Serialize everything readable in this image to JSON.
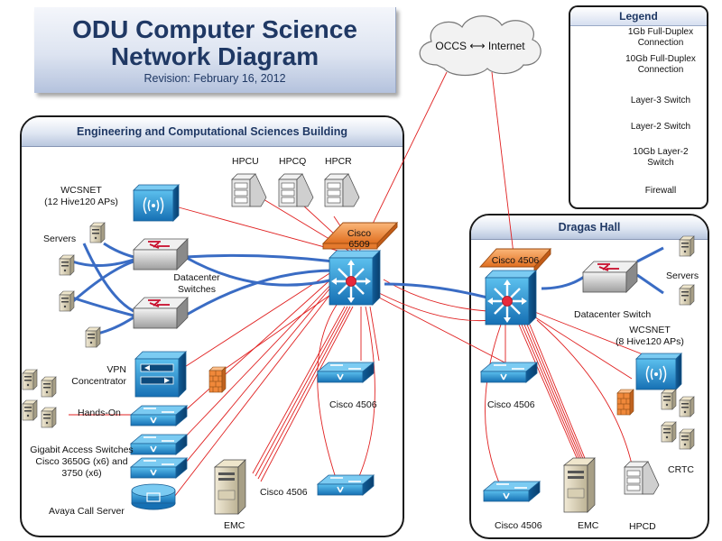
{
  "title": {
    "line1": "ODU Computer Science",
    "line2": "Network Diagram",
    "revision": "Revision: February 16, 2012"
  },
  "internet": {
    "left": "OCCS",
    "right": "Internet"
  },
  "legend": {
    "title": "Legend",
    "items": [
      {
        "label_a": "1Gb Full-Duplex",
        "label_b": "Connection",
        "icon": "thin-red-line"
      },
      {
        "label_a": "10Gb Full-Duplex",
        "label_b": "Connection",
        "icon": "thick-blue-line"
      },
      {
        "label_a": "Layer-3 Switch",
        "label_b": "",
        "icon": "layer3-switch-icon"
      },
      {
        "label_a": "Layer-2 Switch",
        "label_b": "",
        "icon": "layer2-switch-icon"
      },
      {
        "label_a": "10Gb Layer-2",
        "label_b": "Switch",
        "icon": "10gb-layer2-switch-icon"
      },
      {
        "label_a": "Firewall",
        "label_b": "",
        "icon": "firewall-icon"
      }
    ]
  },
  "ecs": {
    "title": "Engineering and Computational Sciences Building",
    "core_label_a": "Cisco",
    "core_label_b": "6509",
    "hpc": [
      "HPCU",
      "HPCQ",
      "HPCR"
    ],
    "wcsnet_a": "WCSNET",
    "wcsnet_b": "(12 Hive120 APs)",
    "servers": "Servers",
    "datacenter_a": "Datacenter",
    "datacenter_b": "Switches",
    "vpn_a": "VPN",
    "vpn_b": "Concentrator",
    "hands_on": "Hands-On",
    "access_a": "Gigabit Access Switches",
    "access_b": "Cisco 3650G (x6) and",
    "access_c": "3750 (x6)",
    "avaya": "Avaya Call Server",
    "emc": "EMC",
    "cisco4506_a": "Cisco 4506",
    "cisco4506_b": "Cisco 4506"
  },
  "dragas": {
    "title": "Dragas Hall",
    "core_label": "Cisco 4506",
    "servers": "Servers",
    "datacenter": "Datacenter Switch",
    "wcsnet_a": "WCSNET",
    "wcsnet_b": "(8 Hive120 APs)",
    "crtc": "CRTC",
    "cisco4506_a": "Cisco 4506",
    "cisco4506_b": "Cisco 4506",
    "emc": "EMC",
    "hpcd": "HPCD"
  },
  "colors": {
    "red_link": "#e02020",
    "blue_link": "#3a6cc4",
    "switch_blue": "#1e86c8",
    "firewall": "#f28a36",
    "core_orange": "#f08a3c"
  }
}
